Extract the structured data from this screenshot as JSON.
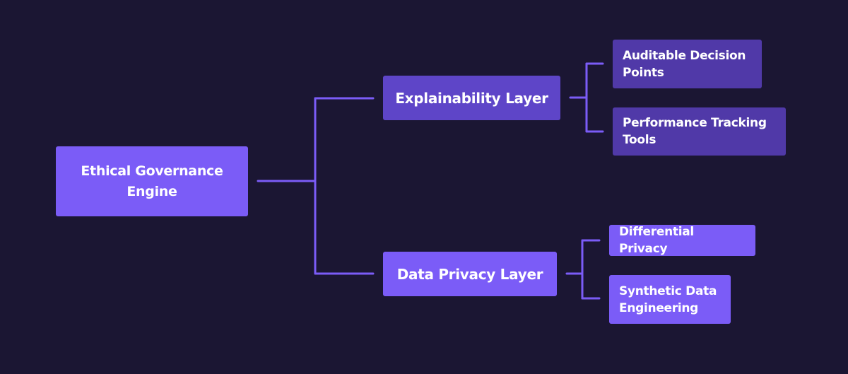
{
  "diagram": {
    "root": {
      "label": "Ethical Governance Engine"
    },
    "branches": [
      {
        "label": "Explainability Layer",
        "children": [
          {
            "label": "Auditable Decision Points"
          },
          {
            "label": "Performance Tracking Tools"
          }
        ]
      },
      {
        "label": "Data Privacy Layer",
        "children": [
          {
            "label": "Differential Privacy"
          },
          {
            "label": "Synthetic Data Engineering"
          }
        ]
      }
    ]
  },
  "colors": {
    "background": "#1b1633",
    "root_fill": "#7b5cf7",
    "explainability_fill": "#5e45c8",
    "explainability_children_fill": "#5039a8",
    "privacy_fill": "#7b5cf7",
    "privacy_children_fill": "#7b5cf7",
    "connector": "#7b5cf7",
    "text": "#ffffff"
  }
}
